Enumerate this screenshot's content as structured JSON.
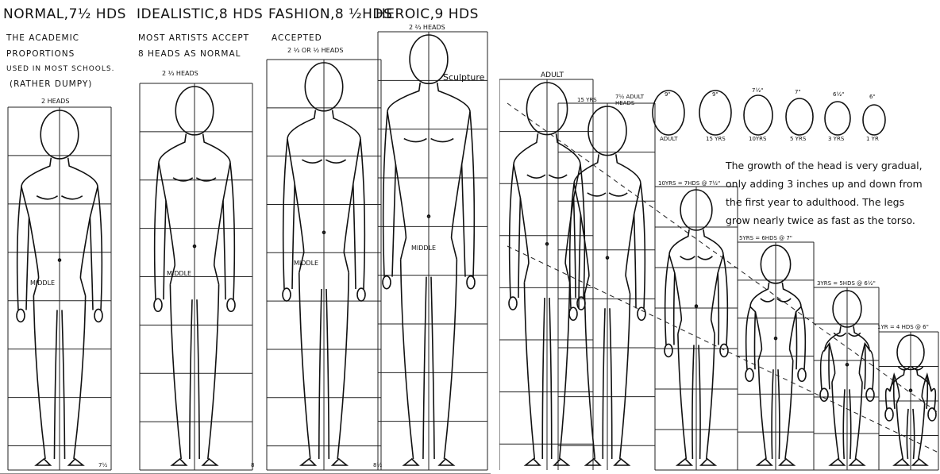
{
  "left": {
    "columns": [
      {
        "title": "NORMAL,7½ HDS",
        "notes": [
          "THE ACADEMIC",
          "PROPORTIONS",
          "USED IN MOST SCHOOLS.",
          "(RATHER DUMPY)"
        ],
        "span": "2 HEADS",
        "waist": "MIDDLE"
      },
      {
        "title": "IDEALISTIC,8 HDS",
        "notes": [
          "MOST ARTISTS ACCEPT",
          "8 HEADS AS NORMAL"
        ],
        "span": "2 ⅓ HEADS",
        "waist": "MIDDLE"
      },
      {
        "title": "FASHION,8 ½HDS",
        "notes": [
          "ACCEPTED"
        ],
        "span": "2 ⅓ OR ½ HEADS",
        "waist": "MIDDLE"
      },
      {
        "title": "HEROIC,9 HDS",
        "notes": [],
        "span": "2 ⅔ HEADS",
        "waist": "MIDDLE",
        "label": "Sculpture"
      }
    ],
    "bottom_marks": [
      "7½",
      "8",
      "8½"
    ]
  },
  "right": {
    "adult_label": "ADULT",
    "fifteen_label": "15 YRS",
    "adult_heads": "7½ ADULT HEADS",
    "head_row": [
      {
        "size": "9\"",
        "caption": "ADULT"
      },
      {
        "size": "9\"",
        "caption": "15 YRS"
      },
      {
        "size": "7½\"",
        "caption": "10YRS"
      },
      {
        "size": "7\"",
        "caption": "5 YRS"
      },
      {
        "size": "6½\"",
        "caption": "3 YRS"
      },
      {
        "size": "6\"",
        "caption": "1 YR"
      }
    ],
    "paragraph": "The growth of the head is very gradual, only adding 3 inches up and down from the first year to adulthood. The legs grow nearly twice as fast as the torso.",
    "child_labels": [
      "10YRS = 7HDS @ 7½\"",
      "5YRS = 6HDS @ 7\"",
      "3YRS = 5HDS @ 6½\"",
      "1YR = 4 HDS @ 6\""
    ]
  }
}
